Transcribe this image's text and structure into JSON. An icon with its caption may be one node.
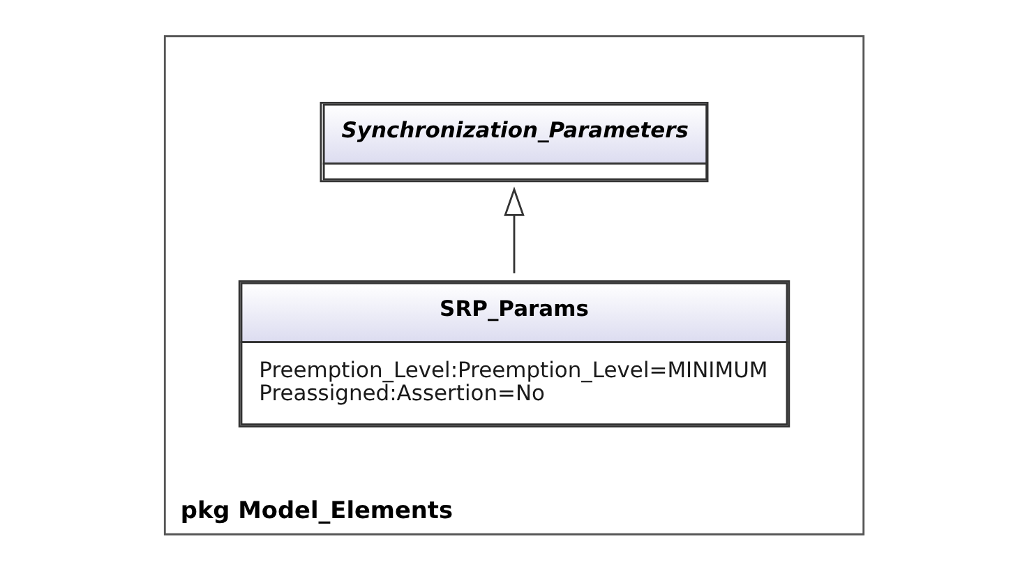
{
  "diagram": {
    "nodes": [
      {
        "text": [
          "pkg Model_Elements"
        ]
      },
      {
        "text": [
          "Synchronization_Parameters"
        ],
        "in": 0
      },
      {
        "text": [
          "SRP_Params",
          "Preemption_Level:Preemption_Level=MINIMUM",
          "Preassigned:Assertion=No"
        ],
        "in": 0
      }
    ],
    "edges": [
      {
        "from": 2,
        "to": 1,
        "arrow": "to"
      }
    ]
  }
}
